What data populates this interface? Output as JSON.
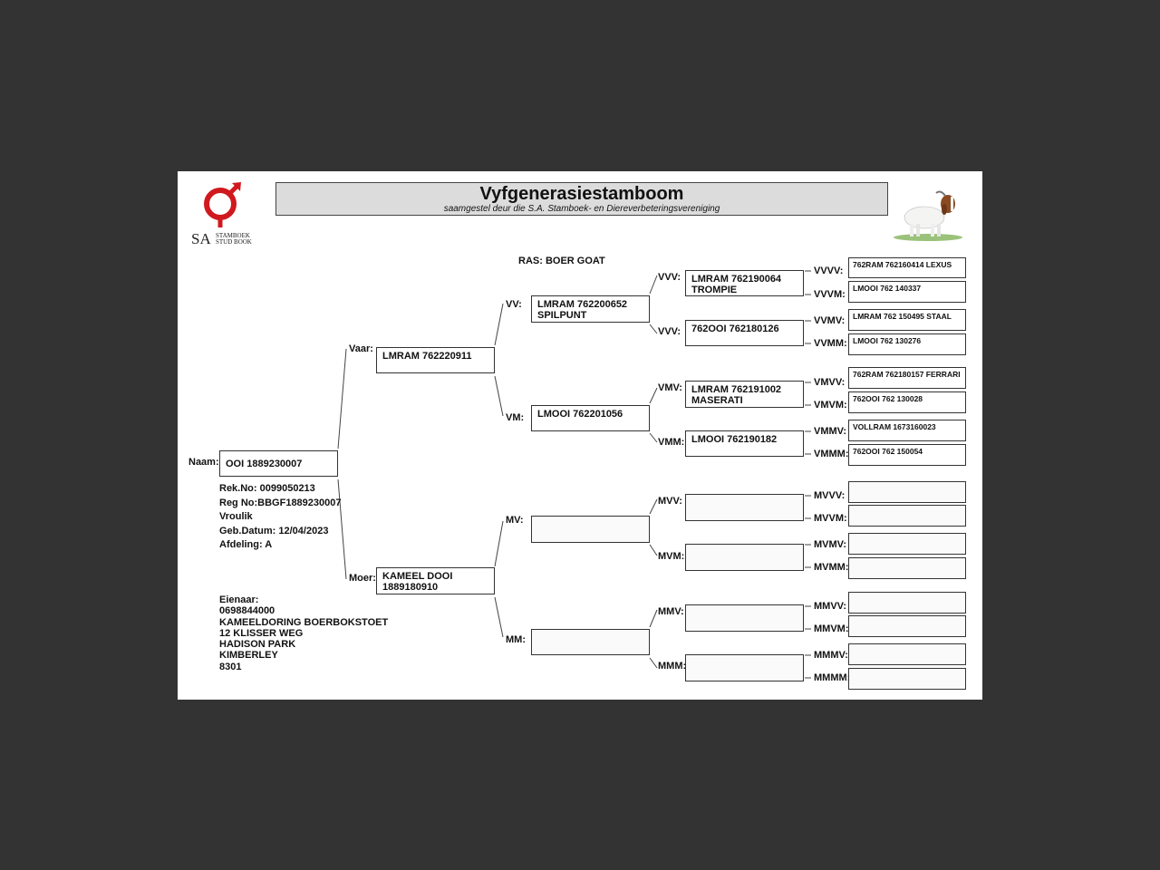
{
  "header": {
    "title": "Vyfgenerasiestamboom",
    "subtitle": "saamgestel deur die S.A. Stamboek- en Diereverbeteringsvereniging"
  },
  "logo": {
    "icon": "sa-studbook-logo",
    "letters": "SA",
    "line1": "STAMBOEK",
    "line2": "STUD BOOK",
    "color": "#d0191e"
  },
  "goat_image": {
    "icon": "boer-goat-image"
  },
  "breed": "RAS: BOER GOAT",
  "animal": {
    "label": "Naam:",
    "name": "OOI 1889230007",
    "details": [
      "Rek.No: 0099050213",
      "Reg No:BBGF1889230007",
      "Vroulik",
      "Geb.Datum: 12/04/2023",
      "Afdeling: A"
    ]
  },
  "owner": {
    "lines": [
      "Eienaar:",
      "0698844000",
      "KAMEELDORING BOERBOKSTOET",
      "12 KLISSER WEG",
      "HADISON PARK",
      "KIMBERLEY",
      "8301"
    ]
  },
  "parents": {
    "sire": {
      "label": "Vaar:",
      "value": "LMRAM 762220911"
    },
    "dam": {
      "label": "Moer:",
      "value": "KAMEEL DOOI\n1889180910"
    }
  },
  "grandparents": [
    {
      "label": "VV:",
      "value": "LMRAM 762200652\nSPILPUNT"
    },
    {
      "label": "VM:",
      "value": "LMOOI 762201056"
    },
    {
      "label": "MV:",
      "value": ""
    },
    {
      "label": "MM:",
      "value": ""
    }
  ],
  "great_grandparents": [
    {
      "label": "VVV:",
      "value": "LMRAM 762190064\nTROMPIE"
    },
    {
      "label": "VVV:",
      "value": "762OOI 762180126"
    },
    {
      "label": "VMV:",
      "value": "LMRAM 762191002\nMASERATI"
    },
    {
      "label": "VMM:",
      "value": "LMOOI 762190182"
    },
    {
      "label": "MVV:",
      "value": ""
    },
    {
      "label": "MVM:",
      "value": ""
    },
    {
      "label": "MMV:",
      "value": ""
    },
    {
      "label": "MMM:",
      "value": ""
    }
  ],
  "great_great_grandparents": [
    {
      "label": "VVVV:",
      "value": "762RAM 762160414 LEXUS"
    },
    {
      "label": "VVVM:",
      "value": "LMOOI 762 140337"
    },
    {
      "label": "VVMV:",
      "value": "LMRAM 762 150495 STAAL"
    },
    {
      "label": "VVMM:",
      "value": "LMOOI 762 130276"
    },
    {
      "label": "VMVV:",
      "value": "762RAM 762180157 FERRARI"
    },
    {
      "label": "VMVM:",
      "value": "762OOI 762 130028"
    },
    {
      "label": "VMMV:",
      "value": "VOLLRAM 1673160023"
    },
    {
      "label": "VMMM:",
      "value": "762OOI 762 150054"
    },
    {
      "label": "MVVV:",
      "value": ""
    },
    {
      "label": "MVVM:",
      "value": ""
    },
    {
      "label": "MVMV:",
      "value": ""
    },
    {
      "label": "MVMM:",
      "value": ""
    },
    {
      "label": "MMVV:",
      "value": ""
    },
    {
      "label": "MMVM:",
      "value": ""
    },
    {
      "label": "MMMV:",
      "value": ""
    },
    {
      "label": "MMMM:",
      "value": ""
    }
  ]
}
